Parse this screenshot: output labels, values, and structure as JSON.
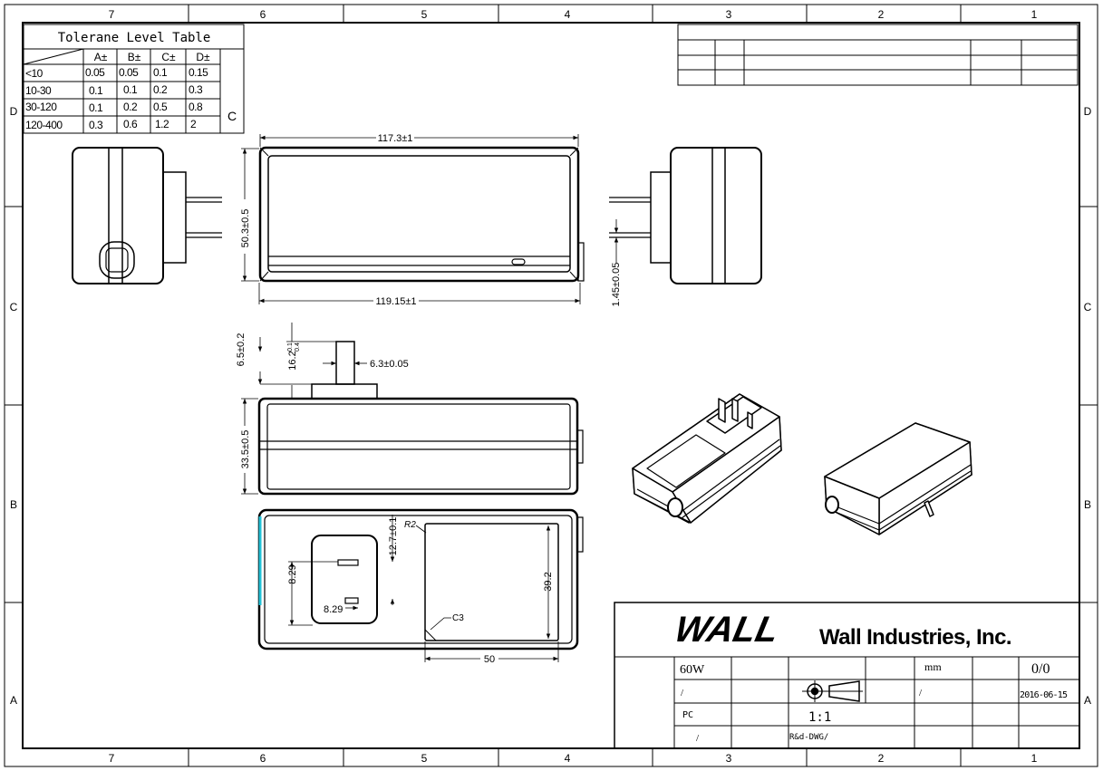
{
  "border": {
    "column_labels": [
      "7",
      "6",
      "5",
      "4",
      "3",
      "2",
      "1"
    ],
    "row_labels": [
      "D",
      "C",
      "B",
      "A"
    ]
  },
  "tolerance_table": {
    "title": "Tolerane Level Table",
    "headers": [
      "A±",
      "B±",
      "C±",
      "D±"
    ],
    "rows": [
      {
        "range": "<10",
        "values": [
          "0.05",
          "0.05",
          "0.1",
          "0.15"
        ]
      },
      {
        "range": "10-30",
        "values": [
          "0.1",
          "0.1",
          "0.2",
          "0.3"
        ]
      },
      {
        "range": "30-120",
        "values": [
          "0.1",
          "0.2",
          "0.5",
          "0.8"
        ]
      },
      {
        "range": "120-400",
        "values": [
          "0.3",
          "0.6",
          "1.2",
          "2"
        ]
      }
    ],
    "selected_grade": "C"
  },
  "dimensions": {
    "length_top": "117.3±1",
    "length_bottom": "119.15±1",
    "width": "50.3±0.5",
    "pin_thickness": "1.45±0.05",
    "pin_length": "6.5±0.2",
    "pin_height_main": "16.2",
    "pin_height_upper_tol": "0.1",
    "pin_height_lower_tol": "0.4",
    "pin_width": "6.3±0.05",
    "height": "33.5±0.5",
    "inlet_height": "12.7±0.1",
    "inlet_v_spacing": "8.29",
    "inlet_h_spacing": "8.29",
    "label_height": "39.2",
    "label_width": "50",
    "corner_radius": "R2",
    "chamfer": "C3"
  },
  "title_block": {
    "company": "Wall Industries, Inc.",
    "logo_text": "WALL",
    "model": "60W",
    "unit": "mm",
    "revision": "0/0",
    "date": "2016-06-15",
    "slash_1": "/",
    "slash_2": "/",
    "slash_3": "/",
    "material": "PC",
    "scale": "1:1",
    "drawing_ref": "R&d-DWG/"
  }
}
